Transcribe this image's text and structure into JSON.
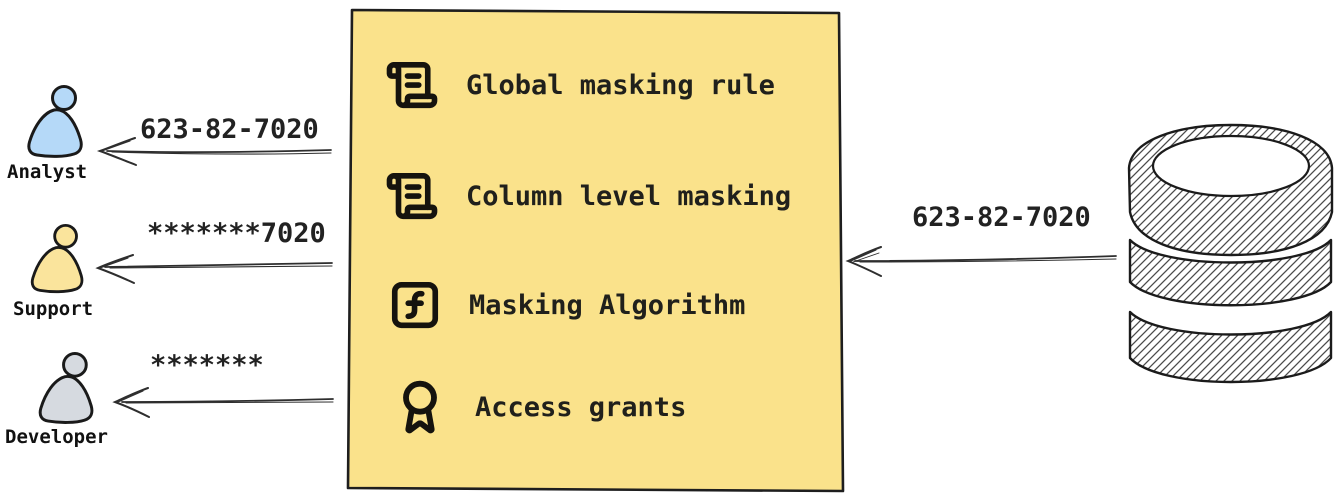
{
  "masking_box": {
    "background_color": "#FAE28B",
    "border_color": "#1e1e1e",
    "items": [
      {
        "icon": "scroll-text-icon",
        "label": "Global masking rule"
      },
      {
        "icon": "scroll-text-icon",
        "label": "Column level masking"
      },
      {
        "icon": "function-square-icon",
        "label": "Masking Algorithm"
      },
      {
        "icon": "award-icon",
        "label": "Access grants"
      }
    ]
  },
  "database": {
    "icon": "database-icon",
    "sent_value": "623-82-7020"
  },
  "consumers": [
    {
      "name": "Analyst",
      "received_value": "623-82-7020",
      "fill_color": "#B5D9F8"
    },
    {
      "name": "Support",
      "received_value": "*******7020",
      "fill_color": "#FAE49C"
    },
    {
      "name": "Developer",
      "received_value": "*******",
      "fill_color": "#D6DAE0"
    }
  ],
  "colors": {
    "ink": "#1e1e1e",
    "arrow": "#2e2e2e"
  }
}
